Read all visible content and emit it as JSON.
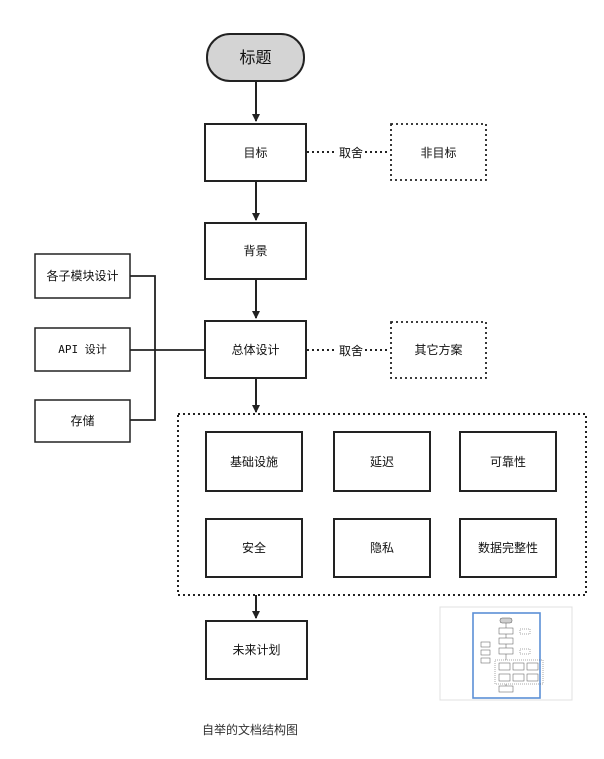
{
  "diagram": {
    "title": "标题",
    "goal": "目标",
    "non_goal": "非目标",
    "tradeoff_1": "取舍",
    "background": "背景",
    "overall_design": "总体设计",
    "alternatives": "其它方案",
    "tradeoff_2": "取舍",
    "submodule_design": "各子模块设计",
    "api_design": "API 设计",
    "storage": "存储",
    "infrastructure": "基础设施",
    "latency": "延迟",
    "reliability": "可靠性",
    "security": "安全",
    "privacy": "隐私",
    "data_integrity": "数据完整性",
    "future_plan": "未来计划"
  },
  "caption": "自举的文档结构图",
  "colors": {
    "terminal_fill": "#d4d4d4",
    "stroke": "#222222",
    "thumbnail_border": "#5b8fd6"
  }
}
